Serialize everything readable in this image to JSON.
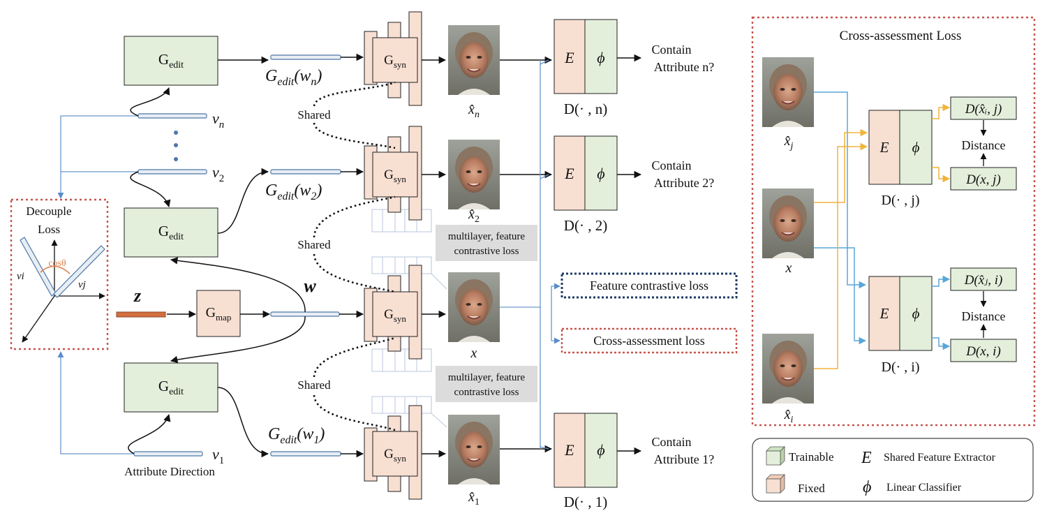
{
  "left": {
    "g_edit_label": "G",
    "g_edit_sub": "edit",
    "g_map_label": "G",
    "g_map_sub": "map",
    "g_syn_label": "G",
    "g_syn_sub": "syn",
    "v_n": "v",
    "v_n_sub": "n",
    "v_2": "v",
    "v_2_sub": "2",
    "v_1": "v",
    "v_1_sub": "1",
    "attribute_direction": "Attribute Direction",
    "z": "z",
    "w": "w",
    "gedit_wn": "G",
    "gedit_wn_sub": "edit",
    "gedit_wn_arg": "(w",
    "gedit_wn_arg_sub": "n",
    "gedit_w2_arg_sub": "2",
    "gedit_w1_arg_sub": "1",
    "paren_close": ")",
    "shared": "Shared",
    "decouple_loss_1": "Decouple",
    "decouple_loss_2": "Loss",
    "cos_theta": "cosθ",
    "vi": "vi",
    "vj": "vj",
    "multilayer_1": "multilayer, feature",
    "multilayer_2": "contrastive loss"
  },
  "middle": {
    "x_hat_n": "x̂",
    "x_hat_n_sub": "n",
    "x_hat_2": "x̂",
    "x_hat_2_sub": "2",
    "x_hat_1": "x̂",
    "x_hat_1_sub": "1",
    "x": "x",
    "E": "E",
    "phi": "ϕ",
    "d_n": "D(· , n)",
    "d_2": "D(· , 2)",
    "d_1": "D(· , 1)",
    "contain_n_1": "Contain",
    "contain_n_2": "Attribute n?",
    "contain_2_1": "Contain",
    "contain_2_2": "Attribute 2?",
    "contain_1_1": "Contain",
    "contain_1_2": "Attribute 1?",
    "feature_contrastive_loss": "Feature contrastive loss",
    "cross_assessment_loss": "Cross-assessment loss"
  },
  "right": {
    "title": "Cross-assessment Loss",
    "x_hat_j": "x̂",
    "x_hat_j_sub": "j",
    "x": "x",
    "x_hat_i": "x̂",
    "x_hat_i_sub": "i",
    "d_j": "D(· , j)",
    "d_i": "D(· , i)",
    "d_xhat_i_j": "D(x̂ᵢ, j)",
    "d_x_j": "D(x, j)",
    "d_xhat_j_i": "D(x̂ⱼ, i)",
    "d_x_i": "D(x, i)",
    "distance": "Distance"
  },
  "legend": {
    "trainable": "Trainable",
    "fixed": "Fixed",
    "E": "E",
    "shared_feature_extractor": "Shared Feature Extractor",
    "phi": "ϕ",
    "linear_classifier": "Linear Classifier"
  },
  "colors": {
    "trainable": "#e3efdb",
    "fixed": "#f7dfd2",
    "dashed_red": "#c8544e",
    "dashed_navy": "#1f3a64",
    "blue_line": "#6a96cc",
    "yellow_line": "#f0b43c"
  }
}
